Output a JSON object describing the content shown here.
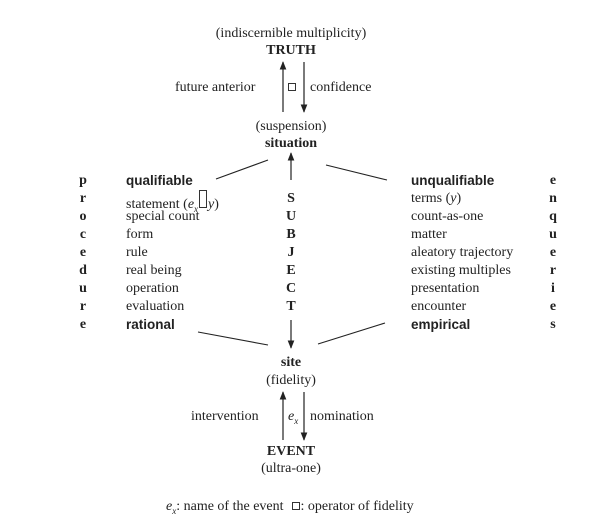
{
  "top": {
    "indiscernible": "(indiscernible multiplicity)",
    "truth": "TRUTH",
    "future_anterior": "future anterior",
    "confidence": "confidence",
    "suspension": "(suspension)",
    "situation": "situation"
  },
  "procedure_letters": [
    "p",
    "r",
    "o",
    "c",
    "e",
    "d",
    "u",
    "r",
    "e"
  ],
  "enquiries_letters": [
    "e",
    "n",
    "q",
    "u",
    "e",
    "r",
    "i",
    "e",
    "s"
  ],
  "subject_letters": [
    "S",
    "U",
    "B",
    "J",
    "E",
    "C",
    "T"
  ],
  "left": {
    "head": "qualifiable",
    "items": [
      "statement (",
      "special count",
      "form",
      "rule",
      "real being",
      "operation",
      "evaluation"
    ],
    "statement_ex": "e",
    "statement_sub": "x",
    "statement_y": "y",
    "statement_close": ")",
    "foot": "rational"
  },
  "right": {
    "head": "unqualifiable",
    "terms_pre": "terms (",
    "terms_y": "y",
    "terms_post": ")",
    "items": [
      "count-as-one",
      "matter",
      "aleatory trajectory",
      "existing multiples",
      "presentation",
      "encounter"
    ],
    "foot": "empirical"
  },
  "bottom": {
    "site": "site",
    "fidelity": "(fidelity)",
    "intervention": "intervention",
    "nomination": "nomination",
    "ex": "e",
    "ex_sub": "x",
    "event": "EVENT",
    "ultra_one": "(ultra-one)"
  },
  "caption": {
    "ex": "e",
    "ex_sub": "x",
    "part1": ": name of the event",
    "part2": ": operator of fidelity"
  }
}
